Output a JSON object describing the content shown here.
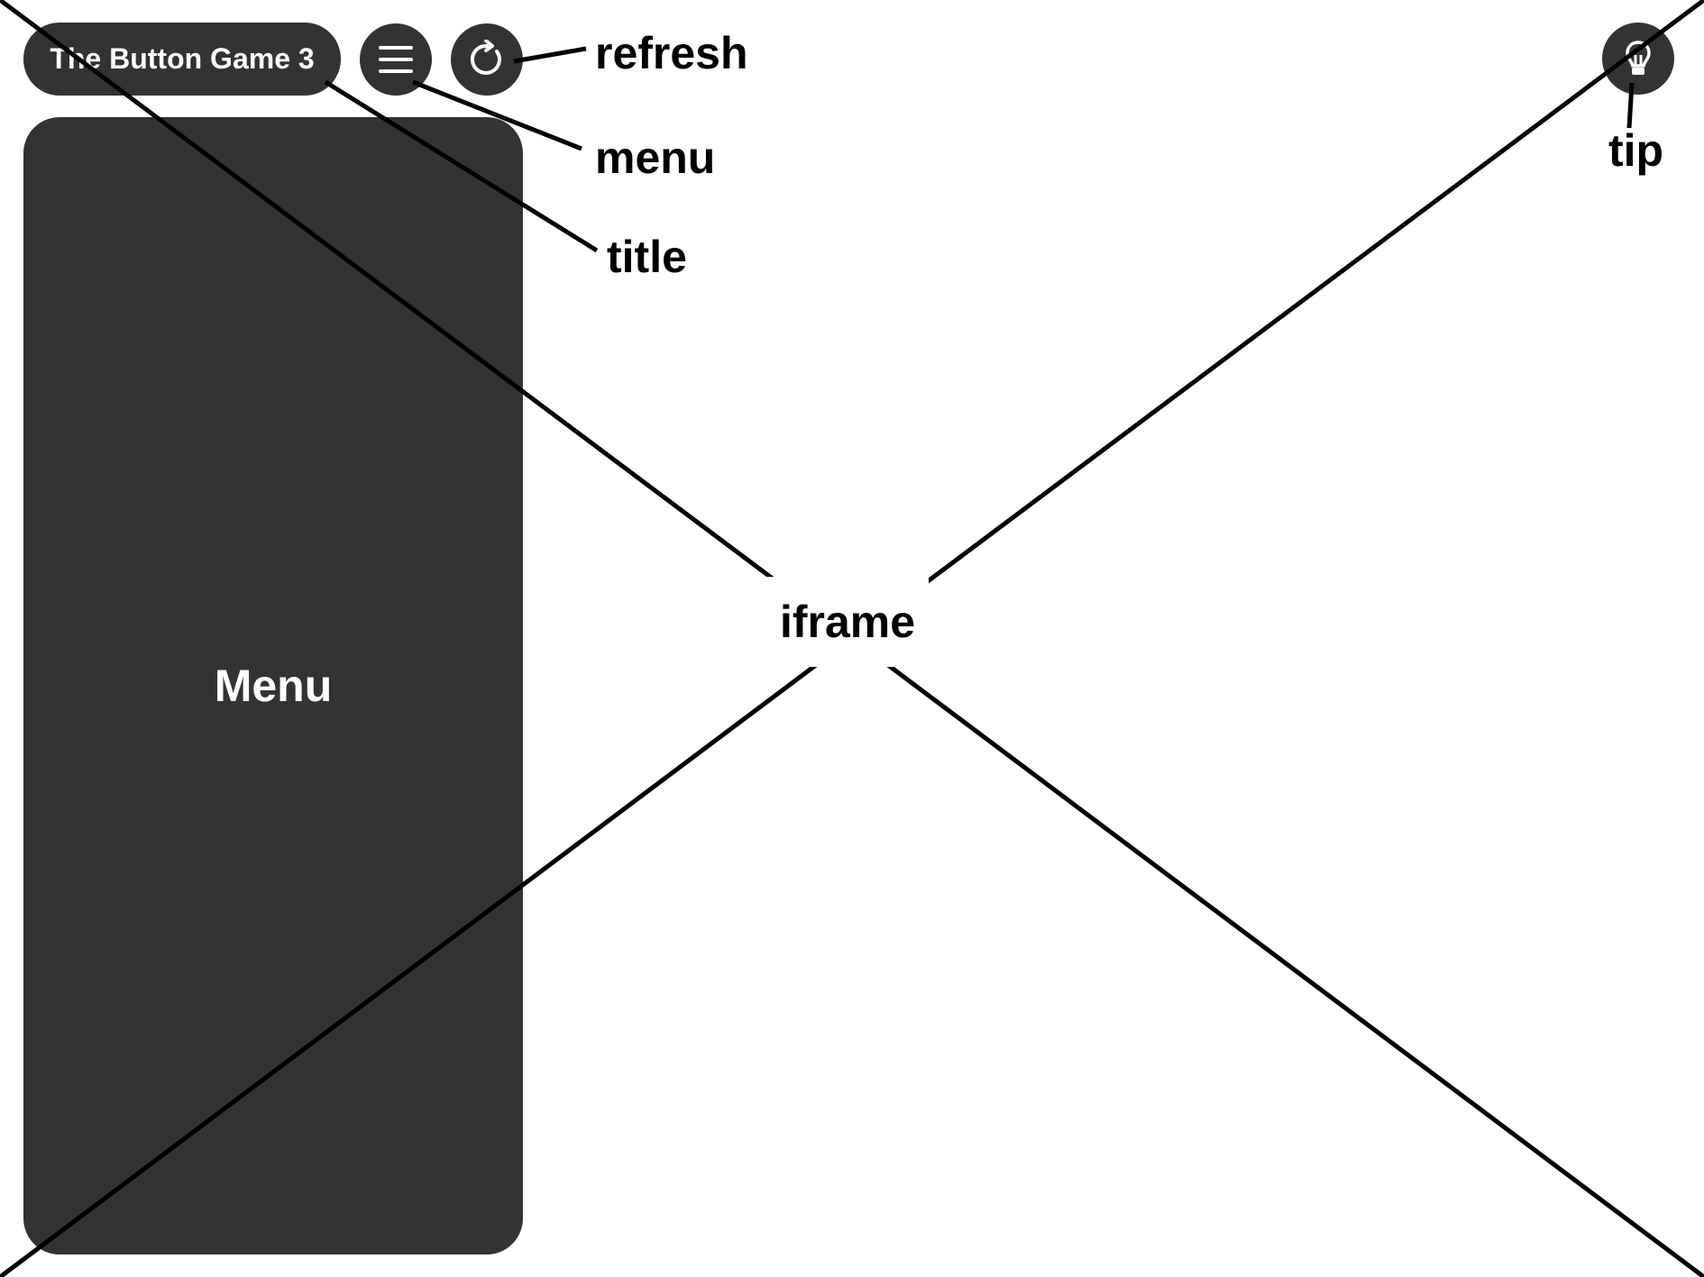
{
  "header": {
    "title": "The Button Game 3",
    "menu_button_icon": "hamburger-menu-icon",
    "refresh_button_icon": "refresh-icon",
    "tip_button_icon": "lightbulb-icon"
  },
  "menu_panel": {
    "label": "Menu"
  },
  "iframe": {
    "label": "iframe"
  },
  "callouts": {
    "refresh": "refresh",
    "menu": "menu",
    "title": "title",
    "tip": "tip"
  },
  "colors": {
    "panel": "#333333",
    "foreground": "#ffffff",
    "ink": "#000000",
    "background": "#ffffff"
  }
}
